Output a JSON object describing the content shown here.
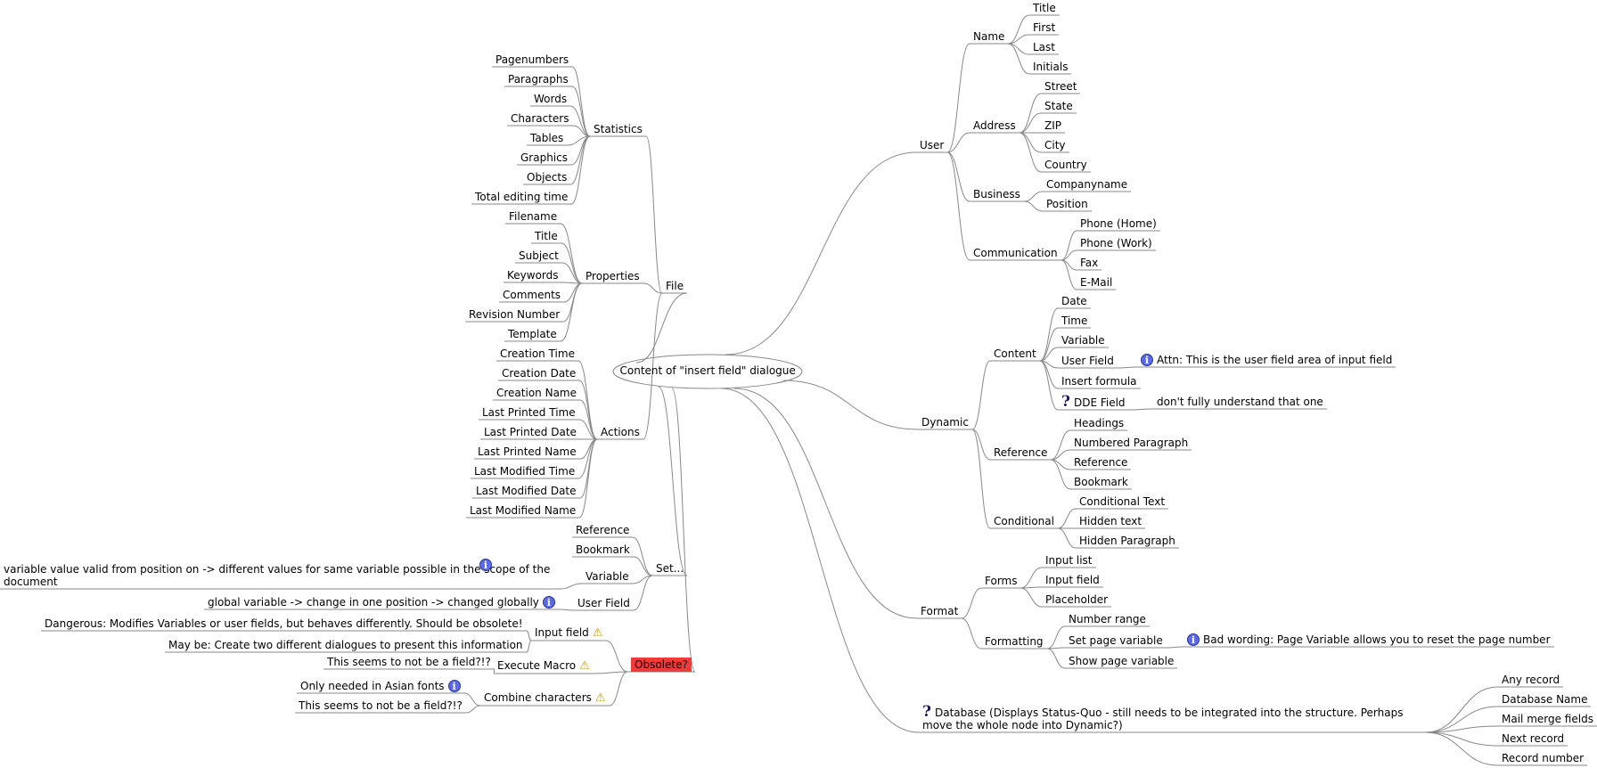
{
  "root": {
    "label": "Content of \"insert field\" dialogue"
  },
  "nodes": [
    {
      "id": "user",
      "label": "User"
    },
    {
      "id": "name",
      "label": "Name"
    },
    {
      "id": "n_title",
      "label": "Title"
    },
    {
      "id": "n_first",
      "label": "First"
    },
    {
      "id": "n_last",
      "label": "Last"
    },
    {
      "id": "n_init",
      "label": "Initials"
    },
    {
      "id": "address",
      "label": "Address"
    },
    {
      "id": "a_street",
      "label": "Street"
    },
    {
      "id": "a_state",
      "label": "State"
    },
    {
      "id": "a_zip",
      "label": "ZIP"
    },
    {
      "id": "a_city",
      "label": "City"
    },
    {
      "id": "a_country",
      "label": "Country"
    },
    {
      "id": "business",
      "label": "Business"
    },
    {
      "id": "b_company",
      "label": "Companyname"
    },
    {
      "id": "b_position",
      "label": "Position"
    },
    {
      "id": "communication",
      "label": "Communication"
    },
    {
      "id": "c_phome",
      "label": "Phone (Home)"
    },
    {
      "id": "c_pwork",
      "label": "Phone (Work)"
    },
    {
      "id": "c_fax",
      "label": "Fax"
    },
    {
      "id": "c_email",
      "label": "E-Mail"
    },
    {
      "id": "dynamic",
      "label": "Dynamic"
    },
    {
      "id": "content",
      "label": "Content"
    },
    {
      "id": "d_date",
      "label": "Date"
    },
    {
      "id": "d_time",
      "label": "Time"
    },
    {
      "id": "d_variable",
      "label": "Variable"
    },
    {
      "id": "d_userfield",
      "label": "User Field"
    },
    {
      "id": "d_userfield_note",
      "label": "Attn: This is the user field area of input field",
      "icon": "info-icon"
    },
    {
      "id": "d_formula",
      "label": "Insert formula"
    },
    {
      "id": "d_dde",
      "label": "DDE Field",
      "icon": "question-icon"
    },
    {
      "id": "d_dde_note",
      "label": "don't fully understand that one"
    },
    {
      "id": "reference",
      "label": "Reference"
    },
    {
      "id": "r_headings",
      "label": "Headings"
    },
    {
      "id": "r_numpara",
      "label": "Numbered Paragraph"
    },
    {
      "id": "r_reference",
      "label": "Reference"
    },
    {
      "id": "r_bookmark",
      "label": "Bookmark"
    },
    {
      "id": "conditional",
      "label": "Conditional"
    },
    {
      "id": "co_text",
      "label": "Conditional Text"
    },
    {
      "id": "co_hidden",
      "label": "Hidden text"
    },
    {
      "id": "co_hpara",
      "label": "Hidden Paragraph"
    },
    {
      "id": "format",
      "label": "Format"
    },
    {
      "id": "forms",
      "label": "Forms"
    },
    {
      "id": "f_inputlist",
      "label": "Input list"
    },
    {
      "id": "f_inputfield",
      "label": "Input field"
    },
    {
      "id": "f_placeholder",
      "label": "Placeholder"
    },
    {
      "id": "formatting",
      "label": "Formatting"
    },
    {
      "id": "fm_numrange",
      "label": "Number range"
    },
    {
      "id": "fm_setpage",
      "label": "Set page variable"
    },
    {
      "id": "fm_setpage_note",
      "label": "Bad wording: Page Variable allows you to reset the page number",
      "icon": "info-icon"
    },
    {
      "id": "fm_showpage",
      "label": "Show page variable"
    },
    {
      "id": "database",
      "label": "Database (Displays Status-Quo - still needs to be integrated into the structure. Perhaps move the whole node into Dynamic?)",
      "icon": "question-icon"
    },
    {
      "id": "db_any",
      "label": "Any record"
    },
    {
      "id": "db_name",
      "label": "Database Name"
    },
    {
      "id": "db_merge",
      "label": "Mail merge fields"
    },
    {
      "id": "db_next",
      "label": "Next record"
    },
    {
      "id": "db_number",
      "label": "Record number"
    },
    {
      "id": "file",
      "label": "File"
    },
    {
      "id": "statistics",
      "label": "Statistics"
    },
    {
      "id": "s_pages",
      "label": "Pagenumbers"
    },
    {
      "id": "s_paras",
      "label": "Paragraphs"
    },
    {
      "id": "s_words",
      "label": "Words"
    },
    {
      "id": "s_chars",
      "label": "Characters"
    },
    {
      "id": "s_tables",
      "label": "Tables"
    },
    {
      "id": "s_graphics",
      "label": "Graphics"
    },
    {
      "id": "s_objects",
      "label": "Objects"
    },
    {
      "id": "s_editing",
      "label": "Total editing time"
    },
    {
      "id": "properties",
      "label": "Properties"
    },
    {
      "id": "p_filename",
      "label": "Filename"
    },
    {
      "id": "p_title",
      "label": "Title"
    },
    {
      "id": "p_subject",
      "label": "Subject"
    },
    {
      "id": "p_keywords",
      "label": "Keywords"
    },
    {
      "id": "p_comments",
      "label": "Comments"
    },
    {
      "id": "p_revision",
      "label": "Revision Number"
    },
    {
      "id": "p_template",
      "label": "Template"
    },
    {
      "id": "actions",
      "label": "Actions"
    },
    {
      "id": "ac_ctime",
      "label": "Creation Time"
    },
    {
      "id": "ac_cdate",
      "label": "Creation Date"
    },
    {
      "id": "ac_cname",
      "label": "Creation Name"
    },
    {
      "id": "ac_pptime",
      "label": "Last Printed Time"
    },
    {
      "id": "ac_ppdate",
      "label": "Last Printed Date"
    },
    {
      "id": "ac_ppname",
      "label": "Last Printed Name"
    },
    {
      "id": "ac_mtime",
      "label": "Last Modified Time"
    },
    {
      "id": "ac_mdate",
      "label": "Last Modified Date"
    },
    {
      "id": "ac_mname",
      "label": "Last Modified Name"
    },
    {
      "id": "set",
      "label": "Set..."
    },
    {
      "id": "set_reference",
      "label": "Reference"
    },
    {
      "id": "set_bookmark",
      "label": "Bookmark"
    },
    {
      "id": "set_variable",
      "label": "Variable"
    },
    {
      "id": "set_variable_note",
      "label": "variable value valid from position on -> different values for same variable possible in the scope of the document",
      "icon": "info-icon"
    },
    {
      "id": "set_userfield",
      "label": "User Field"
    },
    {
      "id": "set_userfield_note",
      "label": "global variable -> change in one position -> changed globally",
      "icon": "info-icon"
    },
    {
      "id": "obsolete",
      "label": "Obsolete?",
      "color": "#f03b3b"
    },
    {
      "id": "ob_input",
      "label": "Input field",
      "icon": "warning-icon"
    },
    {
      "id": "ob_input_n1",
      "label": "Dangerous: Modifies Variables or user fields, but behaves differently. Should be obsolete!"
    },
    {
      "id": "ob_input_n2",
      "label": "May be: Create two different dialogues to present this information"
    },
    {
      "id": "ob_macro",
      "label": "Execute Macro",
      "icon": "warning-icon"
    },
    {
      "id": "ob_macro_n1",
      "label": "This seems to not be a field?!?"
    },
    {
      "id": "ob_combine",
      "label": "Combine characters",
      "icon": "warning-icon"
    },
    {
      "id": "ob_combine_n1",
      "label": "Only needed in Asian fonts",
      "icon": "info-icon"
    },
    {
      "id": "ob_combine_n2",
      "label": "This seems to not be a field?!?"
    }
  ]
}
